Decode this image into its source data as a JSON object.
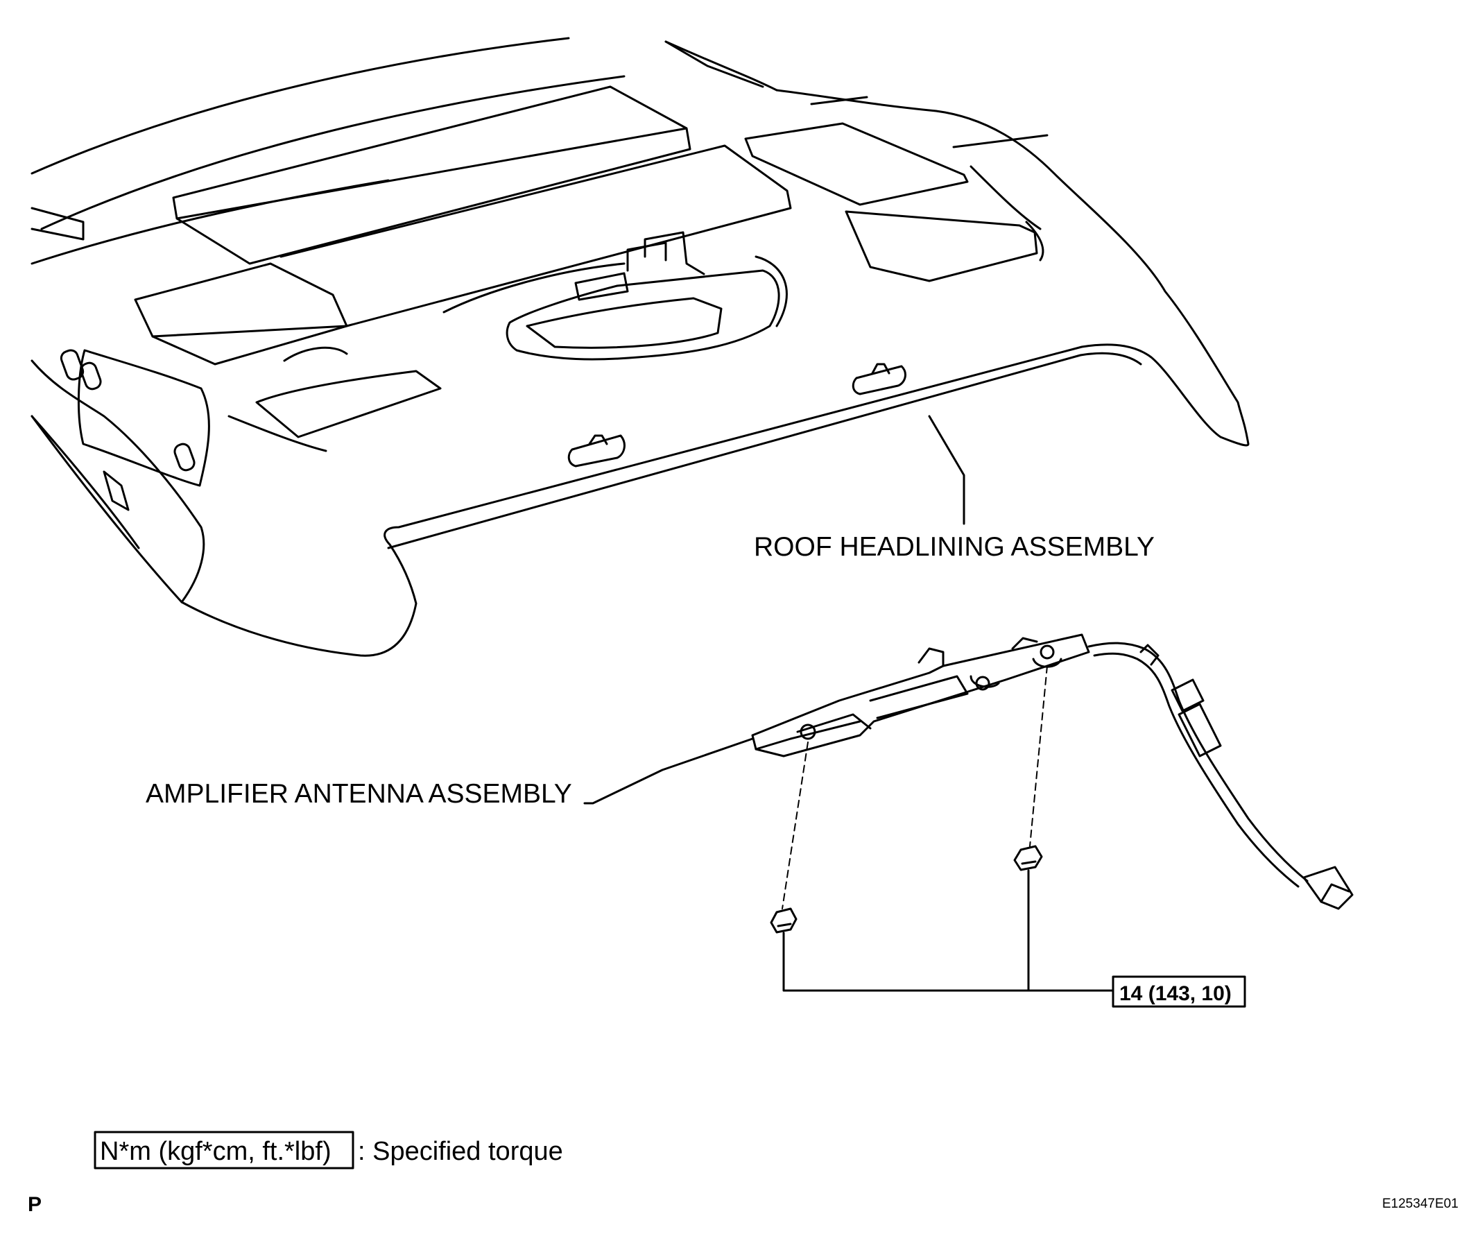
{
  "labels": {
    "roof_headlining": "ROOF HEADLINING ASSEMBLY",
    "amplifier_antenna": "AMPLIFIER ANTENNA ASSEMBLY"
  },
  "torque_box": "14 (143, 10)",
  "legend": {
    "box_text": "N*m (kgf*cm, ft.*lbf)",
    "description": ": Specified torque"
  },
  "corner_letter": "P",
  "figure_code": "E125347E01"
}
